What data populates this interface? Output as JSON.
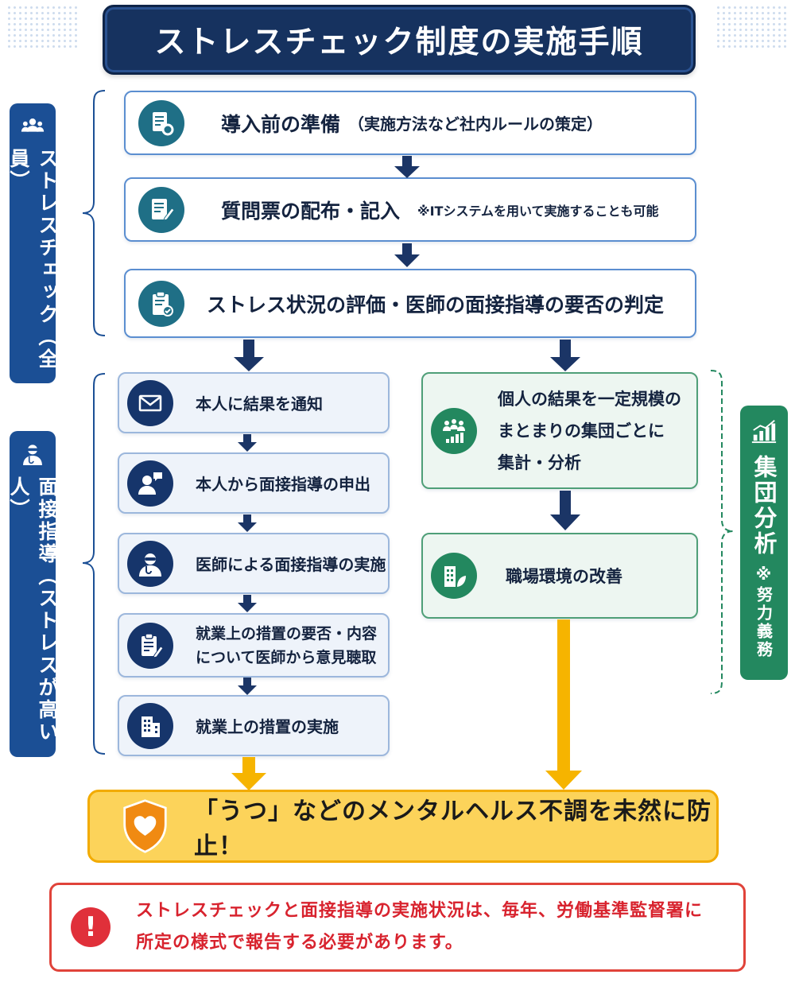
{
  "title": "ストレスチェック制度の実施手順",
  "side_labels": {
    "stress_check": "ストレスチェック（全員）",
    "interview": "面接指導（ストレスが高い人）",
    "group_analysis_main": "集団分析",
    "group_analysis_note": "※努力義務"
  },
  "steps_all": [
    {
      "label": "導入前の準備",
      "sub": "（実施方法など社内ルールの策定）"
    },
    {
      "label": "質問票の配布・記入",
      "sub": "※ITシステムを用いて実施することも可能"
    },
    {
      "label": "ストレス状況の評価・医師の面接指導の要否の判定"
    }
  ],
  "steps_interview": [
    {
      "line1": "本人に結果を通知"
    },
    {
      "line1": "本人から面接指導の申出"
    },
    {
      "line1": "医師による面接指導の実施"
    },
    {
      "line1": "就業上の措置の要否・内容",
      "line2": "について医師から意見聴取"
    },
    {
      "line1": "就業上の措置の実施"
    }
  ],
  "steps_group": [
    {
      "line1": "個人の結果を一定規模の",
      "line2": "まとまりの集団ごとに",
      "line3": "集計・分析"
    },
    {
      "line1": "職場環境の改善"
    }
  ],
  "goal": "「うつ」などのメンタルヘルス不調を未然に防止！",
  "note": {
    "mark": "!",
    "line1": "ストレスチェックと面接指導の実施状況は、毎年、労働基準監督署に",
    "line2": "所定の様式で報告する必要があります。"
  },
  "colors": {
    "navy": "#16325f",
    "blue": "#1b4f95",
    "green": "#23885f",
    "yellow": "#fcd35a",
    "red": "#e0303a"
  }
}
